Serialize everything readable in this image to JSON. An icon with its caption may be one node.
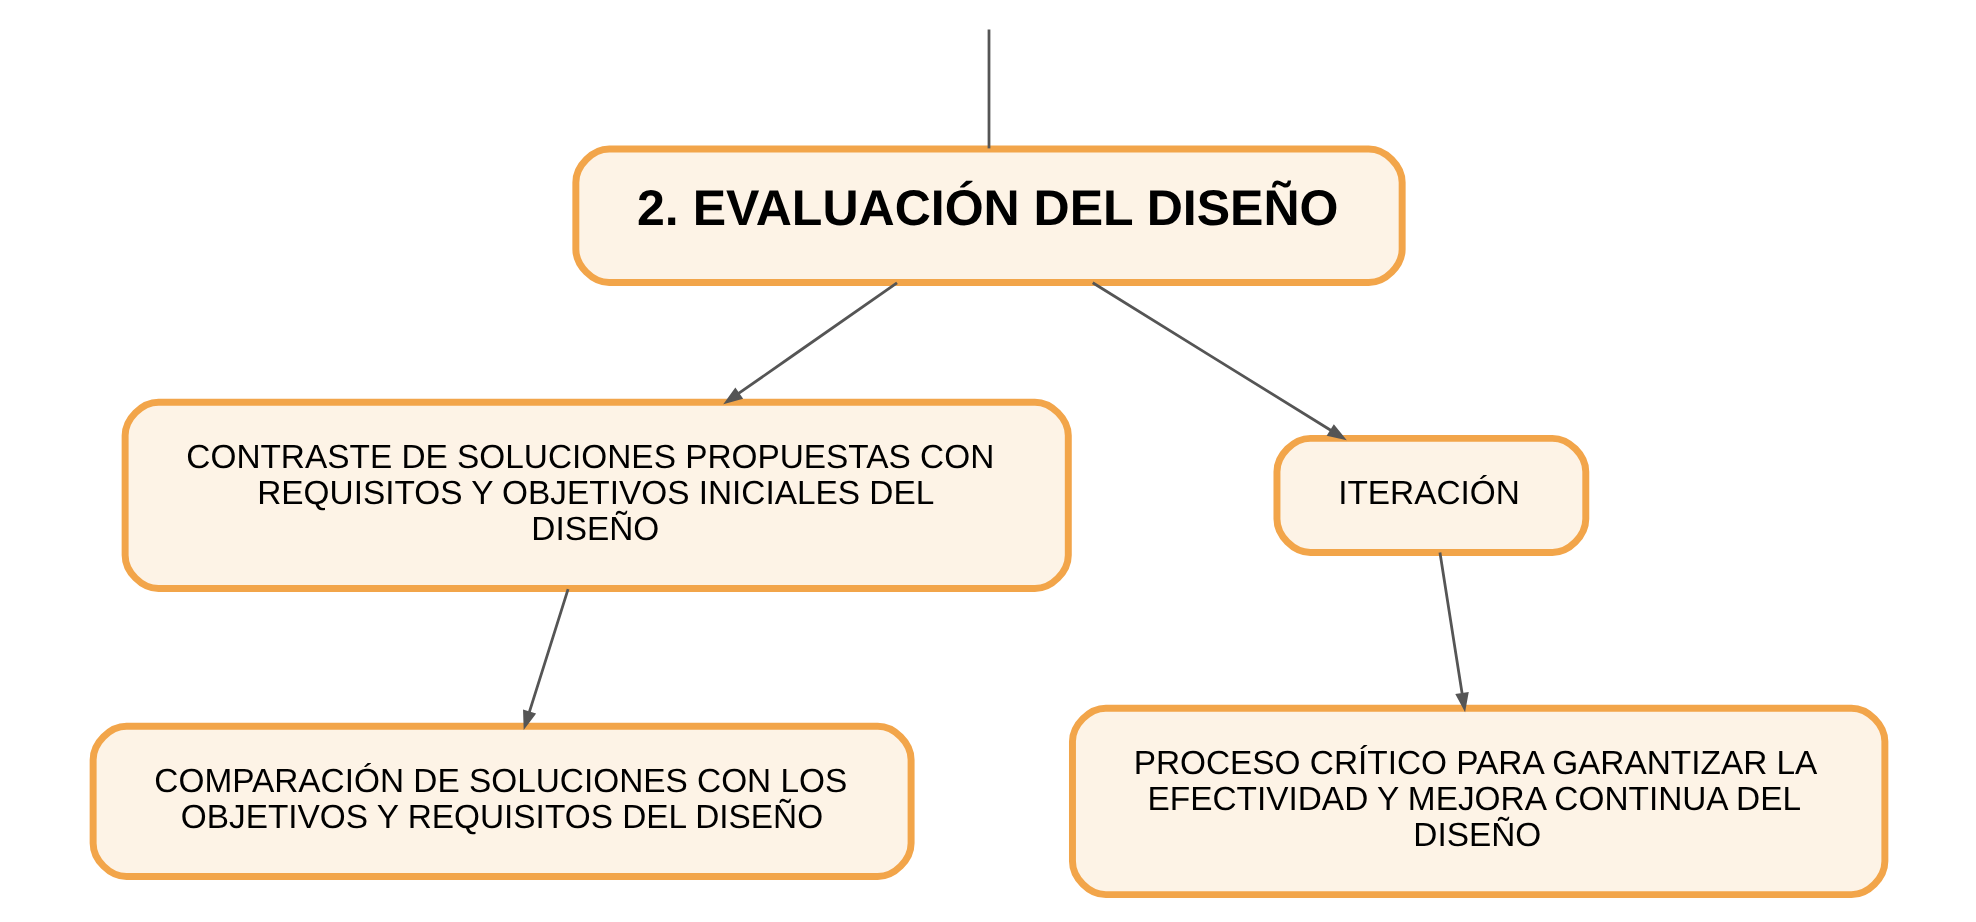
{
  "diagram": {
    "nodes": [
      {
        "text": [
          "2. EVALUACIÓN DEL DISEÑO"
        ]
      },
      {
        "text": [
          "CONTRASTE DE SOLUCIONES PROPUESTAS CON REQUISITOS Y OBJETIVOS INICIALES DEL DISEÑO"
        ]
      },
      {
        "text": [
          "ITERACIÓN"
        ]
      },
      {
        "text": [
          "COMPARACIÓN DE SOLUCIONES CON LOS OBJETIVOS Y REQUISITOS DEL DISEÑO"
        ]
      },
      {
        "text": [
          "PROCESO CRÍTICO PARA GARANTIZAR LA EFECTIVIDAD Y MEJORA CONTINUA DEL DISEÑO"
        ]
      }
    ],
    "edges": [
      {
        "from": null,
        "to": 0,
        "arrow": "none"
      },
      {
        "from": 0,
        "to": 1,
        "arrow": "to"
      },
      {
        "from": 0,
        "to": 2,
        "arrow": "to"
      },
      {
        "from": 1,
        "to": 3,
        "arrow": "to"
      },
      {
        "from": 2,
        "to": 4,
        "arrow": "to"
      }
    ]
  }
}
